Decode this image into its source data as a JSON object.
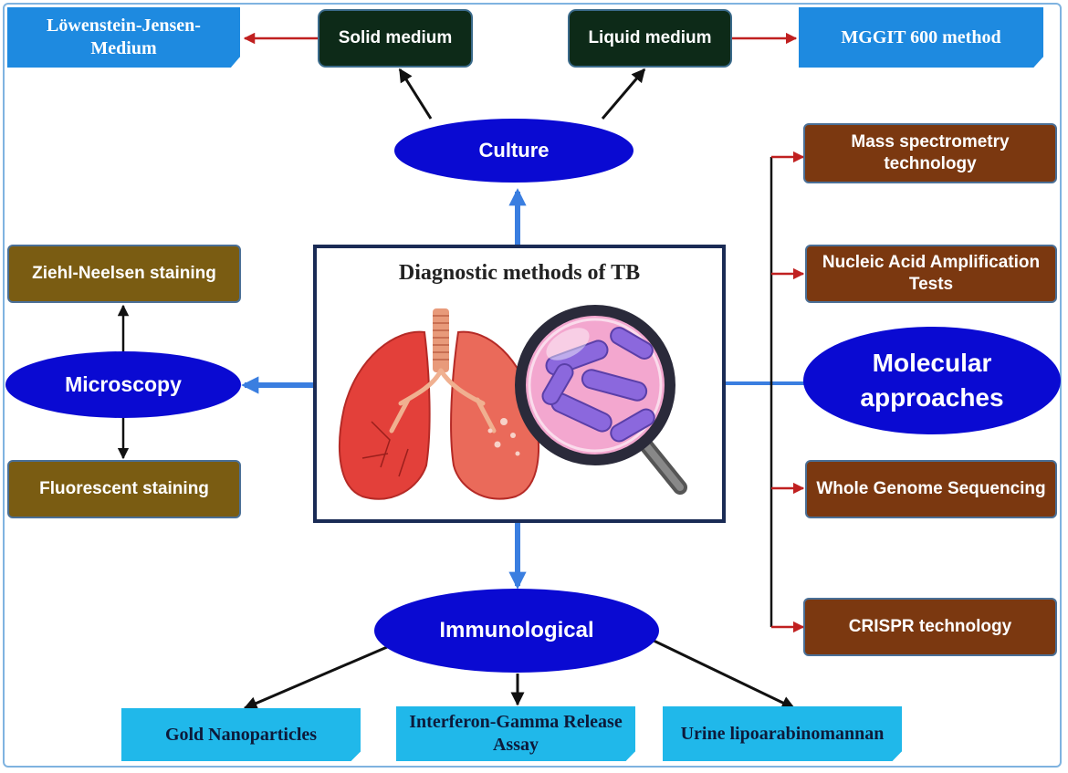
{
  "center_title": "Diagnostic methods of TB",
  "culture": {
    "label": "Culture",
    "solid": "Solid medium",
    "liquid": "Liquid medium",
    "lj": "Löwenstein-Jensen-Medium",
    "mgit": "MGGIT 600 method"
  },
  "microscopy": {
    "label": "Microscopy",
    "ziehl": "Ziehl-Neelsen staining",
    "fluorescent": "Fluorescent staining"
  },
  "molecular": {
    "label": "Molecular approaches",
    "mass": "Mass spectrometry technology",
    "naat": "Nucleic Acid Amplification Tests",
    "wgs": "Whole Genome Sequencing",
    "crispr": "CRISPR technology"
  },
  "immunological": {
    "label": "Immunological",
    "gold": "Gold Nanoparticles",
    "igra": "Interferon-Gamma Release Assay",
    "urine": "Urine lipoarabinomannan"
  },
  "colors": {
    "oval": "#0a0ad2",
    "culture_box": "#0d2a18",
    "microscopy_box": "#7a5c12",
    "molecular_box": "#7b3810",
    "culture_note": "#1e8ae0",
    "immuno_note": "#20b8ea",
    "blue_arrow": "#3a7ee0",
    "red_arrow": "#c02020"
  },
  "icons": [
    "lungs-illustration",
    "magnifying-glass-icon",
    "bacteria-illustration"
  ]
}
